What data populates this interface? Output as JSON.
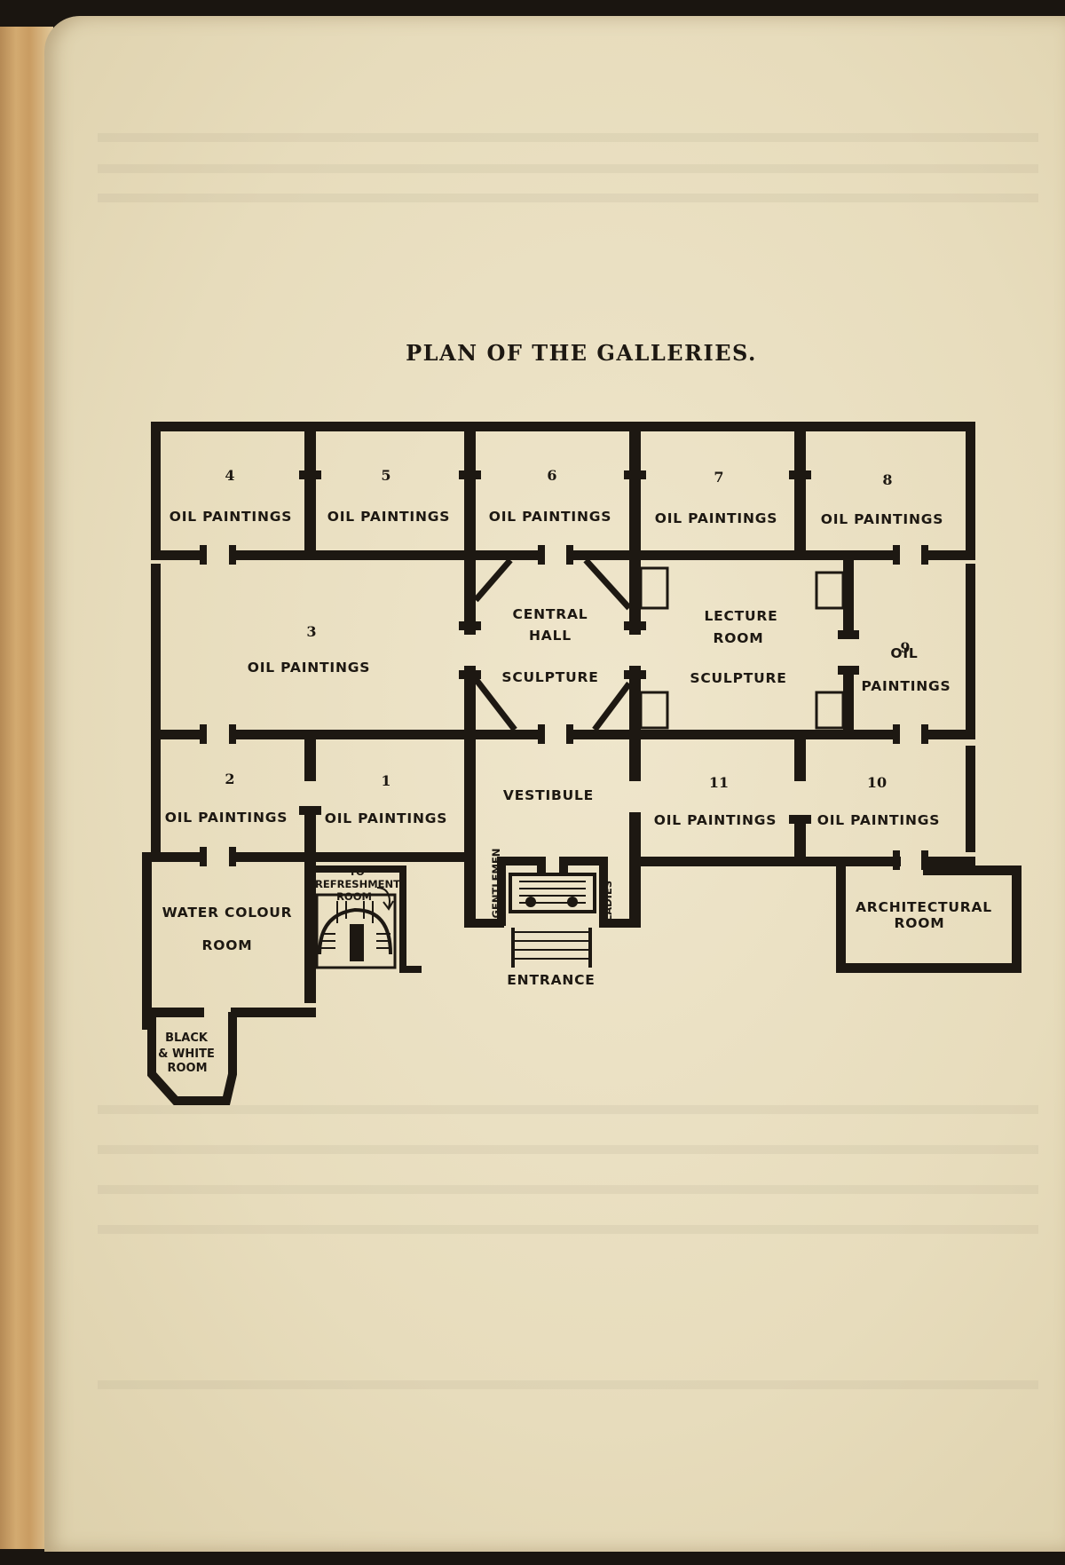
{
  "title": "PLAN OF THE GALLERIES.",
  "rooms": {
    "r4": {
      "number": "4",
      "label": "OIL PAINTINGS"
    },
    "r5": {
      "number": "5",
      "label": "OIL PAINTINGS"
    },
    "r6": {
      "number": "6",
      "label": "OIL PAINTINGS"
    },
    "r7": {
      "number": "7",
      "label": "OIL PAINTINGS"
    },
    "r8": {
      "number": "8",
      "label": "OIL PAINTINGS"
    },
    "r3": {
      "number": "3",
      "label": "OIL PAINTINGS"
    },
    "central_hall": {
      "line1": "CENTRAL",
      "line2": "HALL",
      "line3": "SCULPTURE"
    },
    "lecture": {
      "line1": "LECTURE",
      "line2": "ROOM",
      "line3": "SCULPTURE"
    },
    "r9": {
      "number": "9",
      "line1": "OIL",
      "line2": "PAINTINGS"
    },
    "r2": {
      "number": "2",
      "label": "OIL PAINTINGS"
    },
    "r1": {
      "number": "1",
      "label": "OIL PAINTINGS"
    },
    "vestibule": {
      "label": "VESTIBULE"
    },
    "r11": {
      "number": "11",
      "label": "OIL PAINTINGS"
    },
    "r10": {
      "number": "10",
      "label": "OIL PAINTINGS"
    },
    "water_colour": {
      "line1": "WATER COLOUR",
      "line2": "ROOM"
    },
    "refreshment": {
      "line1": "TO",
      "line2": "REFRESHMENT",
      "line3": "ROOM"
    },
    "gentlemen": {
      "label": "GENTLEMEN"
    },
    "ladies": {
      "label": "LADIES"
    },
    "entrance": {
      "label": "ENTRANCE"
    },
    "architectural": {
      "line1": "ARCHITECTURAL",
      "line2": "ROOM"
    },
    "black_white": {
      "line1": "BLACK",
      "line2": "& WHITE",
      "line3": "ROOM"
    }
  }
}
